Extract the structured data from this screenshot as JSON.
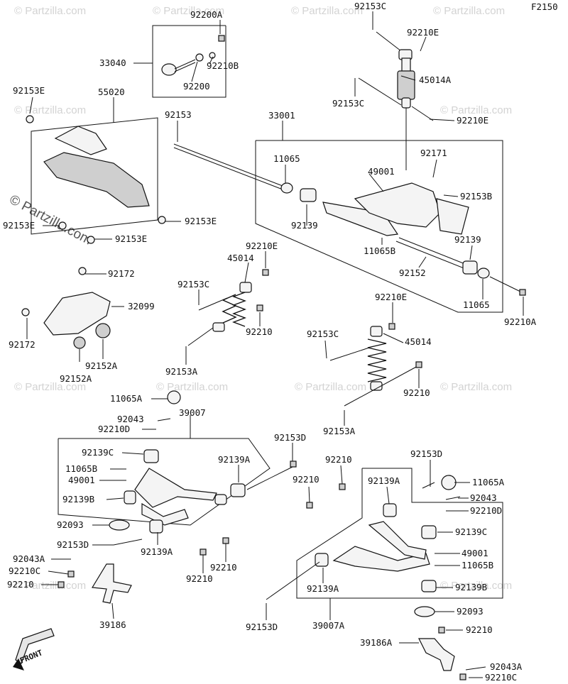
{
  "figure_code": "F2150",
  "watermark": "© Partzilla.com",
  "front_arrow_label": "FRONT",
  "labels": {
    "l_92153C_a": "92153C",
    "l_92210E_a": "92210E",
    "l_45014A": "45014A",
    "l_92153C_b": "92153C",
    "l_92210E_b": "92210E",
    "l_92200A": "92200A",
    "l_33040": "33040",
    "l_92210B": "92210B",
    "l_92200": "92200",
    "l_92153E_a": "92153E",
    "l_55020": "55020",
    "l_92153": "92153",
    "l_33001": "33001",
    "l_11065_a": "11065",
    "l_92171": "92171",
    "l_49001_a": "49001",
    "l_92153B": "92153B",
    "l_92153E_b": "92153E",
    "l_92153E_c": "92153E",
    "l_92153E_d": "92153E",
    "l_92139_a": "92139",
    "l_11065B_a": "11065B",
    "l_92139_b": "92139",
    "l_92152": "92152",
    "l_11065_b": "11065",
    "l_92210A": "92210A",
    "l_92210E_c": "92210E",
    "l_45014_a": "45014",
    "l_92172_a": "92172",
    "l_92153C_c": "92153C",
    "l_32099": "32099",
    "l_92210_a": "92210",
    "l_92172_b": "92172",
    "l_92152A_a": "92152A",
    "l_92152A_b": "92152A",
    "l_92153A_a": "92153A",
    "l_92210E_d": "92210E",
    "l_92153C_d": "92153C",
    "l_45014_b": "45014",
    "l_92210_b": "92210",
    "l_92153A_b": "92153A",
    "l_11065A_a": "11065A",
    "l_92043_a": "92043",
    "l_39007": "39007",
    "l_92210D_a": "92210D",
    "l_92153D_a": "92153D",
    "l_92139C_a": "92139C",
    "l_92139A_a": "92139A",
    "l_11065B_b": "11065B",
    "l_49001_b": "49001",
    "l_92139B_a": "92139B",
    "l_92093_a": "92093",
    "l_92153D_b": "92153D",
    "l_92139A_b": "92139A",
    "l_92043A_a": "92043A",
    "l_92210C_a": "92210C",
    "l_92210_c": "92210",
    "l_92210_d": "92210",
    "l_92210_e": "92210",
    "l_39186_a": "39186",
    "l_92210_f": "92210",
    "l_92210_g": "92210",
    "l_92139A_c": "92139A",
    "l_92153D_c": "92153D",
    "l_11065A_b": "11065A",
    "l_92043_b": "92043",
    "l_92210D_b": "92210D",
    "l_92139C_b": "92139C",
    "l_49001_c": "49001",
    "l_11065B_c": "11065B",
    "l_92139A_d": "92139A",
    "l_92139B_b": "92139B",
    "l_92153D_d": "92153D",
    "l_39007A": "39007A",
    "l_92093_b": "92093",
    "l_92210_h": "92210",
    "l_39186A": "39186A",
    "l_92043A_b": "92043A",
    "l_92210C_b": "92210C"
  }
}
